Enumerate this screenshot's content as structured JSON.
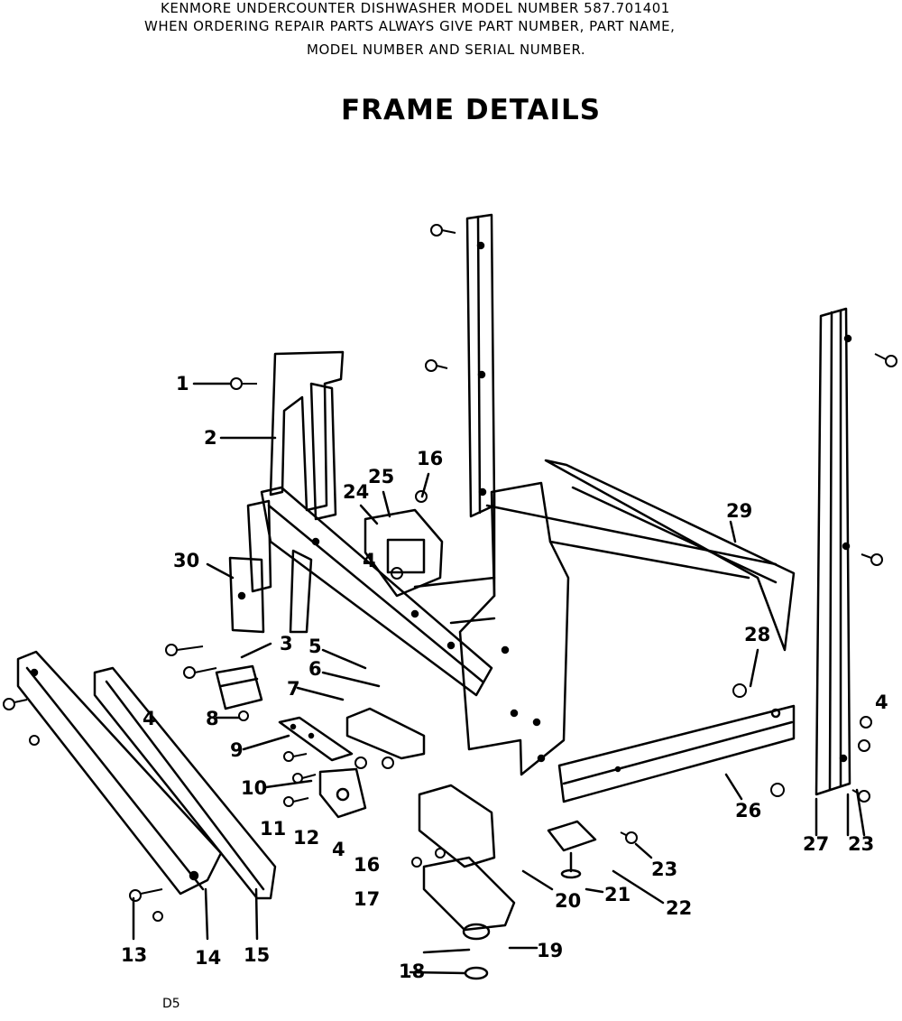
{
  "header": {
    "line1": "KENMORE UNDERCOUNTER DISHWASHER    MODEL NUMBER 587.701401",
    "line2": "WHEN ORDERING REPAIR PARTS ALWAYS GIVE PART NUMBER, PART NAME,",
    "line3": "MODEL NUMBER AND SERIAL NUMBER."
  },
  "title": "FRAME DETAILS",
  "page_code": "D5",
  "callouts": {
    "c1": "1",
    "c2": "2",
    "c3": "3",
    "c4a": "4",
    "c4b": "4",
    "c4c": "4",
    "c4d": "4",
    "c5": "5",
    "c6": "6",
    "c7": "7",
    "c8": "8",
    "c9": "9",
    "c10": "10",
    "c11": "11",
    "c12": "12",
    "c13": "13",
    "c14": "14",
    "c15": "15",
    "c16a": "16",
    "c16b": "16",
    "c17": "17",
    "c18": "18",
    "c19": "19",
    "c20": "20",
    "c21": "21",
    "c22": "22",
    "c23a": "23",
    "c23b": "23",
    "c24": "24",
    "c25": "25",
    "c26": "26",
    "c27": "27",
    "c28": "28",
    "c29": "29",
    "c30": "30"
  },
  "colors": {
    "ink": "#000000",
    "paper": "#ffffff"
  }
}
